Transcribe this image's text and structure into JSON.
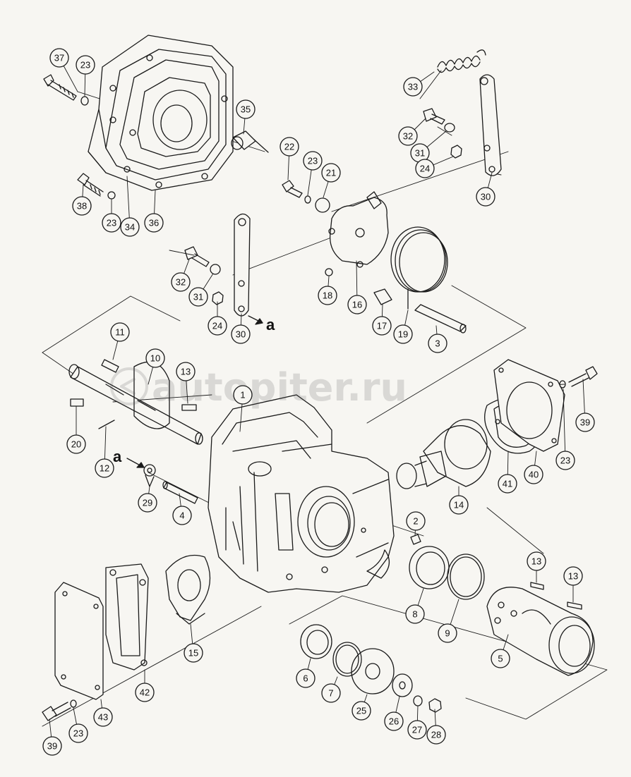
{
  "diagram": {
    "arrow_label": "a",
    "watermark": "autopiter.ru",
    "part_numbers": [
      "1",
      "2",
      "3",
      "4",
      "5",
      "6",
      "7",
      "8",
      "9",
      "10",
      "11",
      "12",
      "13",
      "14",
      "15",
      "16",
      "17",
      "18",
      "19",
      "20",
      "21",
      "22",
      "23",
      "24",
      "25",
      "26",
      "27",
      "28",
      "29",
      "30",
      "31",
      "32",
      "33",
      "34",
      "35",
      "36",
      "37",
      "38",
      "39",
      "40",
      "41",
      "42",
      "43"
    ]
  }
}
